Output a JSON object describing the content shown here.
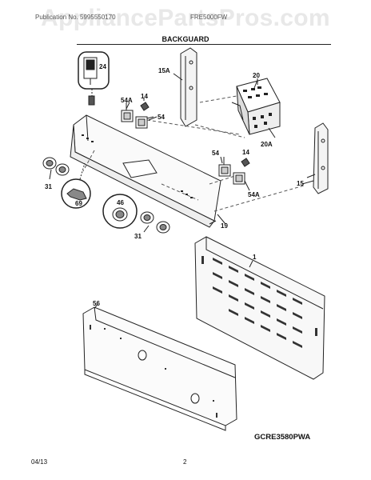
{
  "watermark": "AppliancePartsPros.com",
  "header": {
    "left_text": "Publication No. 5995550170",
    "right_text": "FRE5000FW",
    "title": "BACKGUARD"
  },
  "callouts": {
    "p24": "24",
    "p15a": "15A",
    "p20": "20",
    "p20a": "20A",
    "p54a_top": "54A",
    "p14_top": "14",
    "p54_top": "54",
    "p54_right": "54",
    "p14_right": "14",
    "p54a_right": "54A",
    "p15": "15",
    "p31_left": "31",
    "p69": "69",
    "p46": "46",
    "p31_bottom": "31",
    "p19": "19",
    "p1": "1",
    "p56": "56"
  },
  "model_code": "GCRE3580PWA",
  "footer": {
    "date": "04/13",
    "page": "2"
  }
}
